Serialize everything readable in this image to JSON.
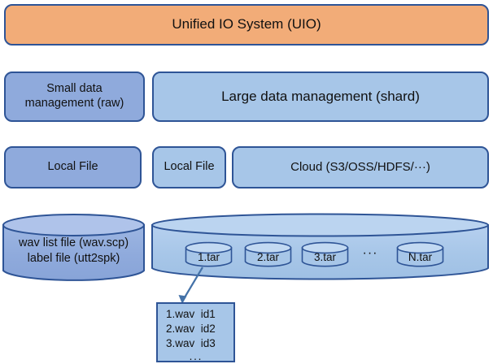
{
  "diagram": {
    "title": "Unified IO System architecture",
    "colors": {
      "orange_fill": "#F2AC78",
      "blue_dark_fill": "#8FAADC",
      "blue_light_fill": "#A7C6E8",
      "stroke": "#2E5496",
      "text": "#111111",
      "background": "#FFFFFF"
    },
    "layers": {
      "top": {
        "label": "Unified IO System (UIO)"
      },
      "management": [
        {
          "label": "Small data\nmanagement (raw)",
          "fill": "#8FAADC"
        },
        {
          "label": "Large data management (shard)",
          "fill": "#A7C6E8"
        }
      ],
      "storage": [
        {
          "label": "Local File",
          "fill": "#8FAADC"
        },
        {
          "label": "Local File",
          "fill": "#A7C6E8"
        },
        {
          "label": "Cloud (S3/OSS/HDFS/···)",
          "fill": "#A7C6E8"
        }
      ],
      "media": {
        "left_cylinder": {
          "label": "wav list file (wav.scp)\nlabel file (utt2spk)",
          "fill": "#8FAADC"
        },
        "right_cylinder": {
          "fill": "#A7C6E8",
          "shards": [
            {
              "label": "1.tar"
            },
            {
              "label": "2.tar"
            },
            {
              "label": "3.tar"
            },
            {
              "label": "N.tar"
            }
          ],
          "ellipsis": "···"
        }
      },
      "detail": {
        "rows": [
          "1.wav  id1",
          "2.wav  id2",
          "3.wav  id3"
        ],
        "ellipsis": "···"
      }
    }
  }
}
